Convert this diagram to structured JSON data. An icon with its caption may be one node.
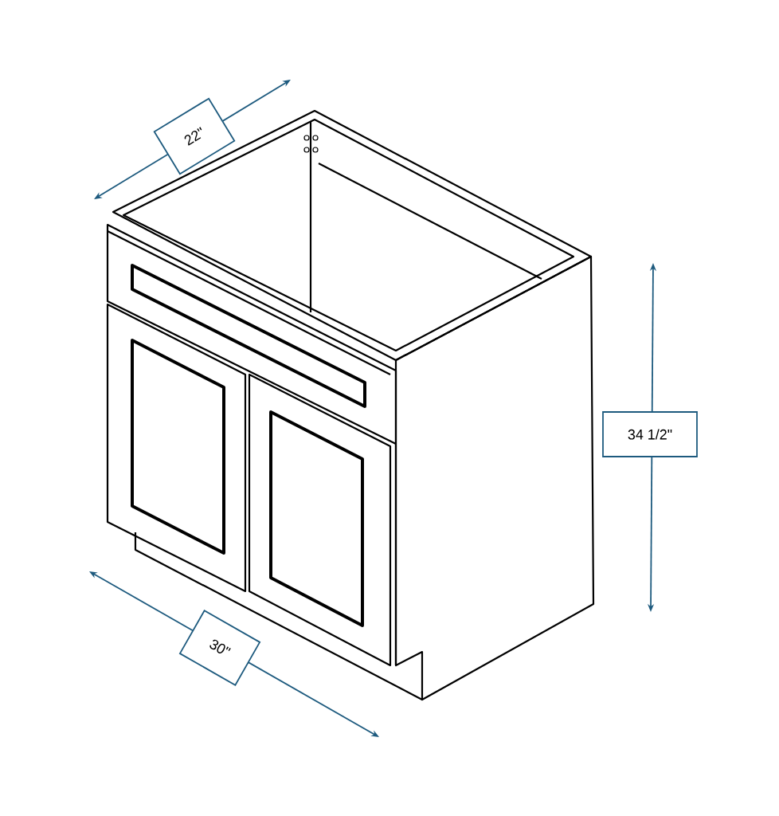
{
  "diagram": {
    "labels": [
      "22\"",
      "34 1/2\"",
      "30\""
    ]
  }
}
